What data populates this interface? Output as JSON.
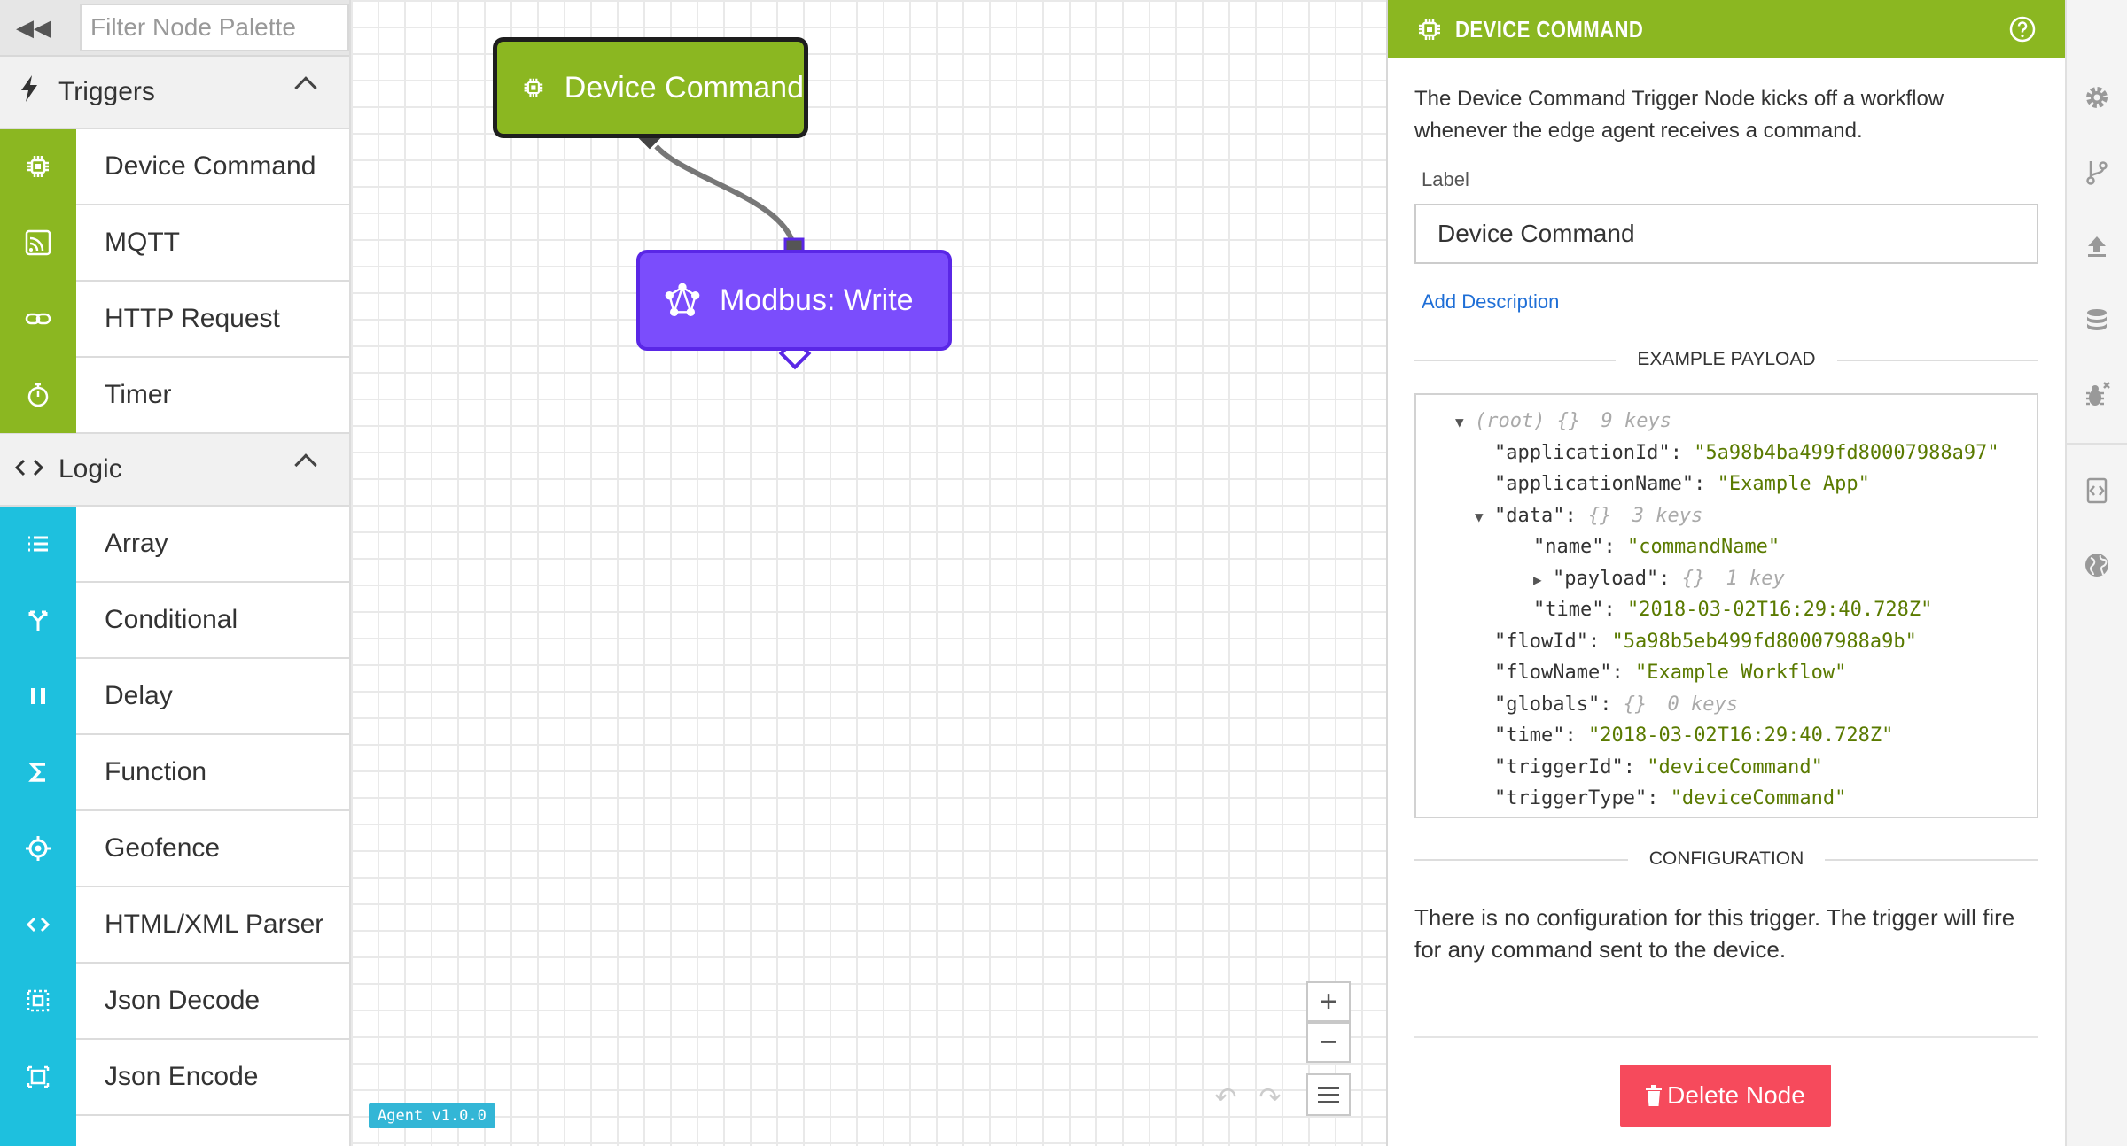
{
  "palette": {
    "filter_placeholder": "Filter Node Palette",
    "categories": [
      {
        "label": "Triggers",
        "items": [
          "Device Command",
          "MQTT",
          "HTTP Request",
          "Timer"
        ]
      },
      {
        "label": "Logic",
        "items": [
          "Array",
          "Conditional",
          "Delay",
          "Function",
          "Geofence",
          "HTML/XML Parser",
          "Json Decode",
          "Json Encode"
        ]
      }
    ]
  },
  "canvas": {
    "nodes": [
      {
        "label": "Device Command",
        "color": "#8bb721"
      },
      {
        "label": "Modbus: Write",
        "color": "#7b4dfc"
      }
    ],
    "zoom_in": "+",
    "zoom_out": "−",
    "agent_version": "Agent v1.0.0"
  },
  "panel": {
    "title": "DEVICE COMMAND",
    "description": "The Device Command Trigger Node kicks off a workflow whenever the edge agent receives a command.",
    "label_caption": "Label",
    "label_value": "Device Command",
    "add_description": "Add Description",
    "payload_title": "EXAMPLE PAYLOAD",
    "payload": {
      "root": {
        "key": "(root)",
        "braces": "{}",
        "count": "9 keys"
      },
      "applicationId": {
        "key": "\"applicationId\"",
        "value": "\"5a98b4ba499fd80007988a97\""
      },
      "applicationName": {
        "key": "\"applicationName\"",
        "value": "\"Example App\""
      },
      "data": {
        "key": "\"data\"",
        "braces": "{}",
        "count": "3 keys"
      },
      "data_name": {
        "key": "\"name\"",
        "value": "\"commandName\""
      },
      "data_payload": {
        "key": "\"payload\"",
        "braces": "{}",
        "count": "1 key"
      },
      "data_time": {
        "key": "\"time\"",
        "value": "\"2018-03-02T16:29:40.728Z\""
      },
      "flowId": {
        "key": "\"flowId\"",
        "value": "\"5a98b5eb499fd80007988a9b\""
      },
      "flowName": {
        "key": "\"flowName\"",
        "value": "\"Example Workflow\""
      },
      "globals": {
        "key": "\"globals\"",
        "braces": "{}",
        "count": "0 keys"
      },
      "time": {
        "key": "\"time\"",
        "value": "\"2018-03-02T16:29:40.728Z\""
      },
      "triggerId": {
        "key": "\"triggerId\"",
        "value": "\"deviceCommand\""
      },
      "triggerType": {
        "key": "\"triggerType\"",
        "value": "\"deviceCommand\""
      }
    },
    "config_title": "CONFIGURATION",
    "config_text": "There is no configuration for this trigger. The trigger will fire for any command sent to the device.",
    "delete_label": "Delete Node",
    "header_color": "#8bb721",
    "delete_color": "#f64a5c"
  },
  "icons": {
    "collapse": "double-chevron-left-icon",
    "triggers": "lightning-icon",
    "logic": "code-brackets-icon",
    "sidebar": [
      "gear-icon",
      "git-branch-icon",
      "upload-icon",
      "database-icon",
      "bug-icon",
      "code-file-icon",
      "globe-icon"
    ]
  }
}
